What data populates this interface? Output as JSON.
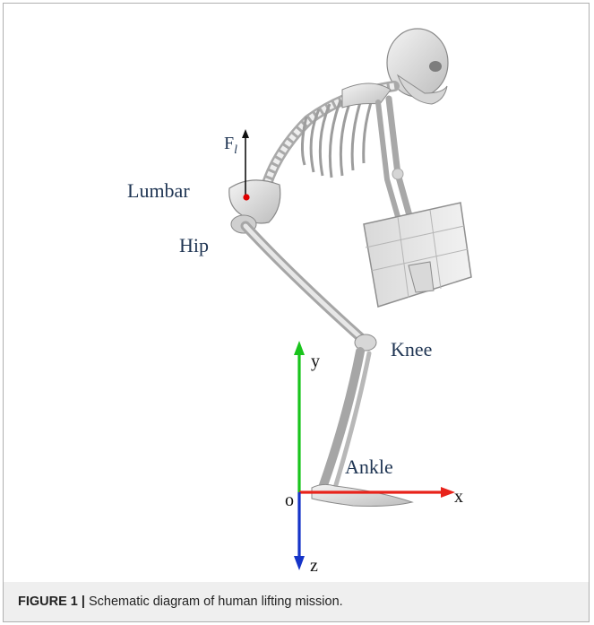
{
  "figure": {
    "labels": {
      "force": "F",
      "force_sub": "l",
      "lumbar": "Lumbar",
      "hip": "Hip",
      "knee": "Knee",
      "ankle": "Ankle"
    },
    "axes": {
      "origin": "o",
      "x": "x",
      "y": "y",
      "z": "z"
    },
    "colors": {
      "x_axis": "#e8231b",
      "y_axis": "#19c41c",
      "z_axis": "#1634c8",
      "lumbar_point": "#e00000",
      "label_text": "#1f3553"
    }
  },
  "caption": {
    "figure_id": "FIGURE 1 |",
    "text": " Schematic diagram of human lifting mission."
  }
}
